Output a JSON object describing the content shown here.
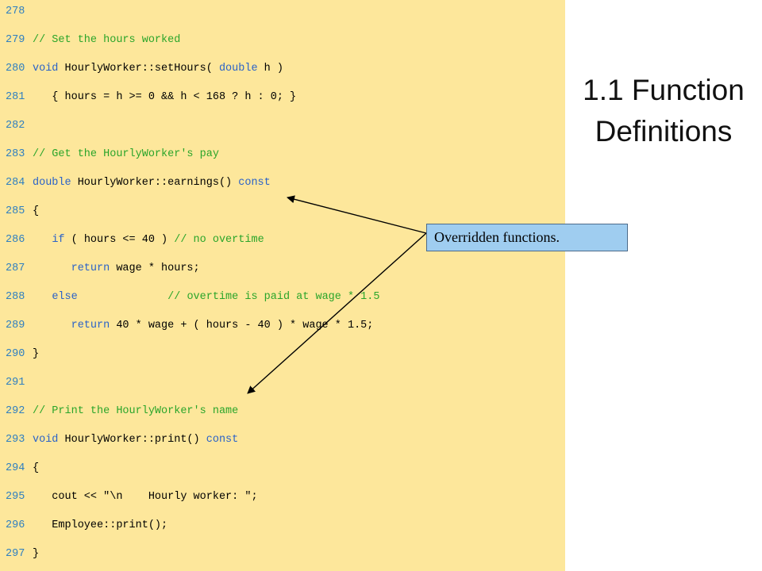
{
  "slide": {
    "title_line1": "1.1 Function",
    "title_line2": "Definitions",
    "callout": "Overridden functions."
  },
  "code_lines": [
    {
      "num": "278",
      "parts": []
    },
    {
      "num": "279",
      "parts": [
        {
          "t": "// Set the hours worked",
          "c": "cm"
        }
      ]
    },
    {
      "num": "280",
      "parts": [
        {
          "t": "void",
          "c": "kw"
        },
        {
          "t": " HourlyWorker::setHours( ",
          "c": ""
        },
        {
          "t": "double",
          "c": "kw"
        },
        {
          "t": " h )",
          "c": ""
        }
      ]
    },
    {
      "num": "281",
      "parts": [
        {
          "t": "   { hours = h >= 0 && h < 168 ? h : 0; }",
          "c": ""
        }
      ]
    },
    {
      "num": "282",
      "parts": []
    },
    {
      "num": "283",
      "parts": [
        {
          "t": "// Get the HourlyWorker's pay",
          "c": "cm"
        }
      ]
    },
    {
      "num": "284",
      "parts": [
        {
          "t": "double",
          "c": "kw"
        },
        {
          "t": " HourlyWorker::earnings() ",
          "c": ""
        },
        {
          "t": "const",
          "c": "kw"
        }
      ]
    },
    {
      "num": "285",
      "parts": [
        {
          "t": "{",
          "c": ""
        }
      ]
    },
    {
      "num": "286",
      "parts": [
        {
          "t": "   ",
          "c": ""
        },
        {
          "t": "if",
          "c": "kw"
        },
        {
          "t": " ( hours <= 40 ) ",
          "c": ""
        },
        {
          "t": "// no overtime",
          "c": "cm"
        }
      ]
    },
    {
      "num": "287",
      "parts": [
        {
          "t": "      ",
          "c": ""
        },
        {
          "t": "return",
          "c": "kw"
        },
        {
          "t": " wage * hours;",
          "c": ""
        }
      ]
    },
    {
      "num": "288",
      "parts": [
        {
          "t": "   ",
          "c": ""
        },
        {
          "t": "else",
          "c": "kw"
        },
        {
          "t": "              ",
          "c": ""
        },
        {
          "t": "// overtime is paid at wage * 1.5",
          "c": "cm"
        }
      ]
    },
    {
      "num": "289",
      "parts": [
        {
          "t": "      ",
          "c": ""
        },
        {
          "t": "return",
          "c": "kw"
        },
        {
          "t": " 40 * wage + ( hours - 40 ) * wage * 1.5;",
          "c": ""
        }
      ]
    },
    {
      "num": "290",
      "parts": [
        {
          "t": "}",
          "c": ""
        }
      ]
    },
    {
      "num": "291",
      "parts": []
    },
    {
      "num": "292",
      "parts": [
        {
          "t": "// Print the HourlyWorker's name",
          "c": "cm"
        }
      ]
    },
    {
      "num": "293",
      "parts": [
        {
          "t": "void",
          "c": "kw"
        },
        {
          "t": " HourlyWorker::print() ",
          "c": ""
        },
        {
          "t": "const",
          "c": "kw"
        }
      ]
    },
    {
      "num": "294",
      "parts": [
        {
          "t": "{",
          "c": ""
        }
      ]
    },
    {
      "num": "295",
      "parts": [
        {
          "t": "   cout << \"\\n    Hourly worker: \";",
          "c": ""
        }
      ]
    },
    {
      "num": "296",
      "parts": [
        {
          "t": "   Employee::print();",
          "c": ""
        }
      ]
    },
    {
      "num": "297",
      "parts": [
        {
          "t": "}",
          "c": ""
        }
      ]
    }
  ],
  "colors": {
    "code_background": "#fde79b",
    "line_number": "#2f7fc0",
    "keyword": "#2a62c8",
    "comment": "#2aa52a",
    "callout_fill": "#9fcdf0"
  }
}
